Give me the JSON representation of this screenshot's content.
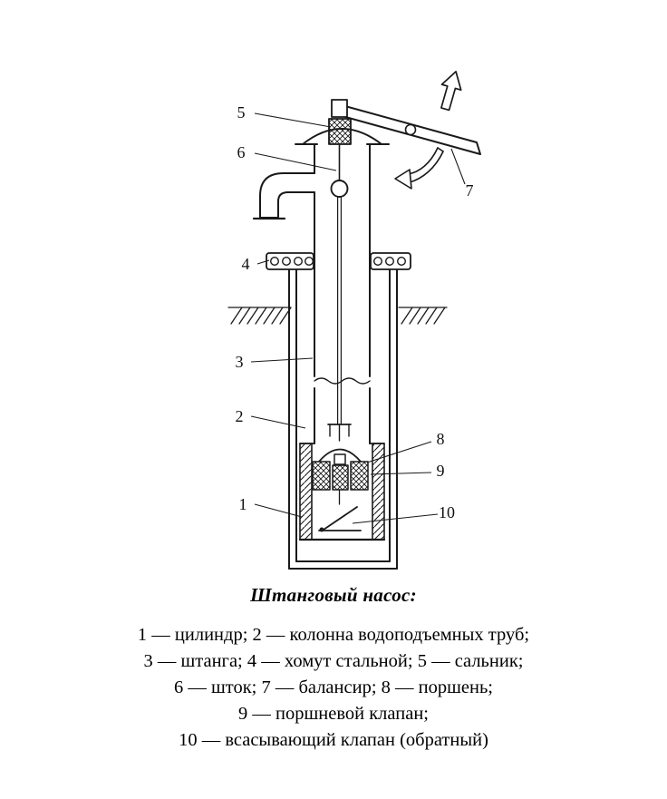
{
  "figure": {
    "title": "Штанговый насос:",
    "caption_lines": [
      "1 — цилиндр; 2 — колонна водоподъемных труб;",
      "3 — штанга; 4 — хомут стальной; 5 — сальник;",
      "6 — шток; 7 — балансир; 8 — поршень;",
      "9 — поршневой клапан;",
      "10 — всасывающий клапан (обратный)"
    ]
  },
  "diagram": {
    "type": "technical-line-drawing",
    "line_color": "#1a1a1a",
    "callouts": {
      "n1": "1",
      "n2": "2",
      "n3": "3",
      "n4": "4",
      "n5": "5",
      "n6": "6",
      "n7": "7",
      "n8": "8",
      "n9": "9",
      "n10": "10"
    },
    "parts": {
      "p1": "цилиндр",
      "p2": "колонна водоподъемных труб",
      "p3": "штанга",
      "p4": "хомут стальной",
      "p5": "сальник",
      "p6": "шток",
      "p7": "балансир",
      "p8": "поршень",
      "p9": "поршневой клапан",
      "p10": "всасывающий клапан (обратный)"
    }
  }
}
